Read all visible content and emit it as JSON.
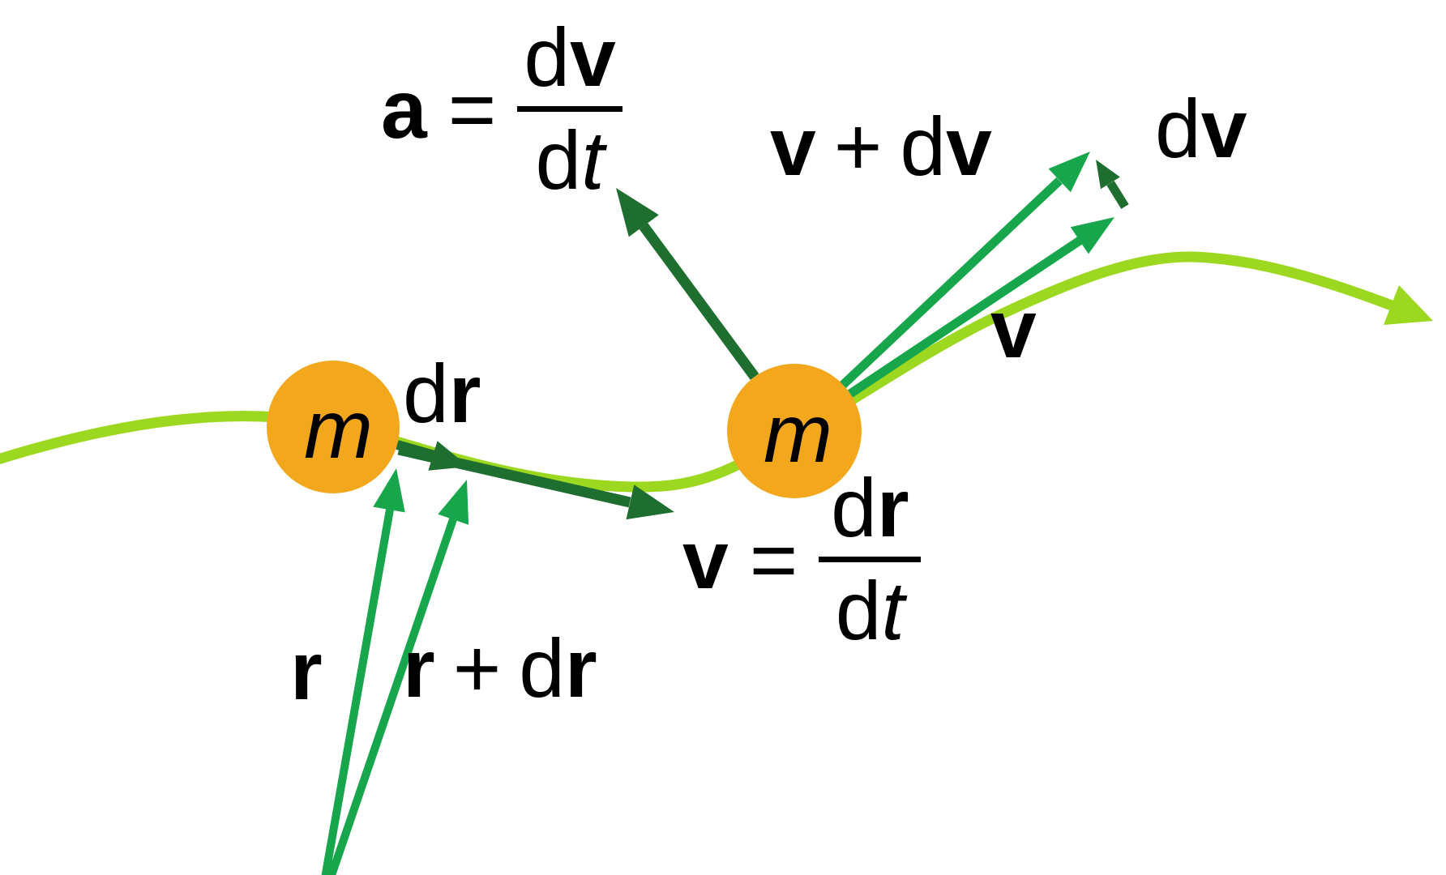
{
  "colors": {
    "trajectory_light_green": "#9CD81F",
    "vector_green": "#17A64C",
    "vector_dark_green": "#1E6E2F",
    "mass_orange": "#F2A71C",
    "text_black": "#000000"
  },
  "masses": {
    "mass1_label": "m",
    "mass2_label": "m"
  },
  "labels": {
    "dr": {
      "d": "d",
      "r": "r"
    },
    "r": "r",
    "r_plus_dr": {
      "r": "r",
      "plus": "+",
      "d": "d",
      "r2": "r"
    },
    "v": "v",
    "v_plus_dv": {
      "v": "v",
      "plus": "+",
      "d": "d",
      "v2": "v"
    },
    "dv": {
      "d": "d",
      "v": "v"
    }
  },
  "formulas": {
    "acceleration": {
      "lhs": "a",
      "equals": "=",
      "num_d": "d",
      "num_v": "v",
      "den_d": "d",
      "den_t": "t"
    },
    "velocity": {
      "lhs": "v",
      "equals": "=",
      "num_d": "d",
      "num_r": "r",
      "den_d": "d",
      "den_t": "t"
    }
  }
}
